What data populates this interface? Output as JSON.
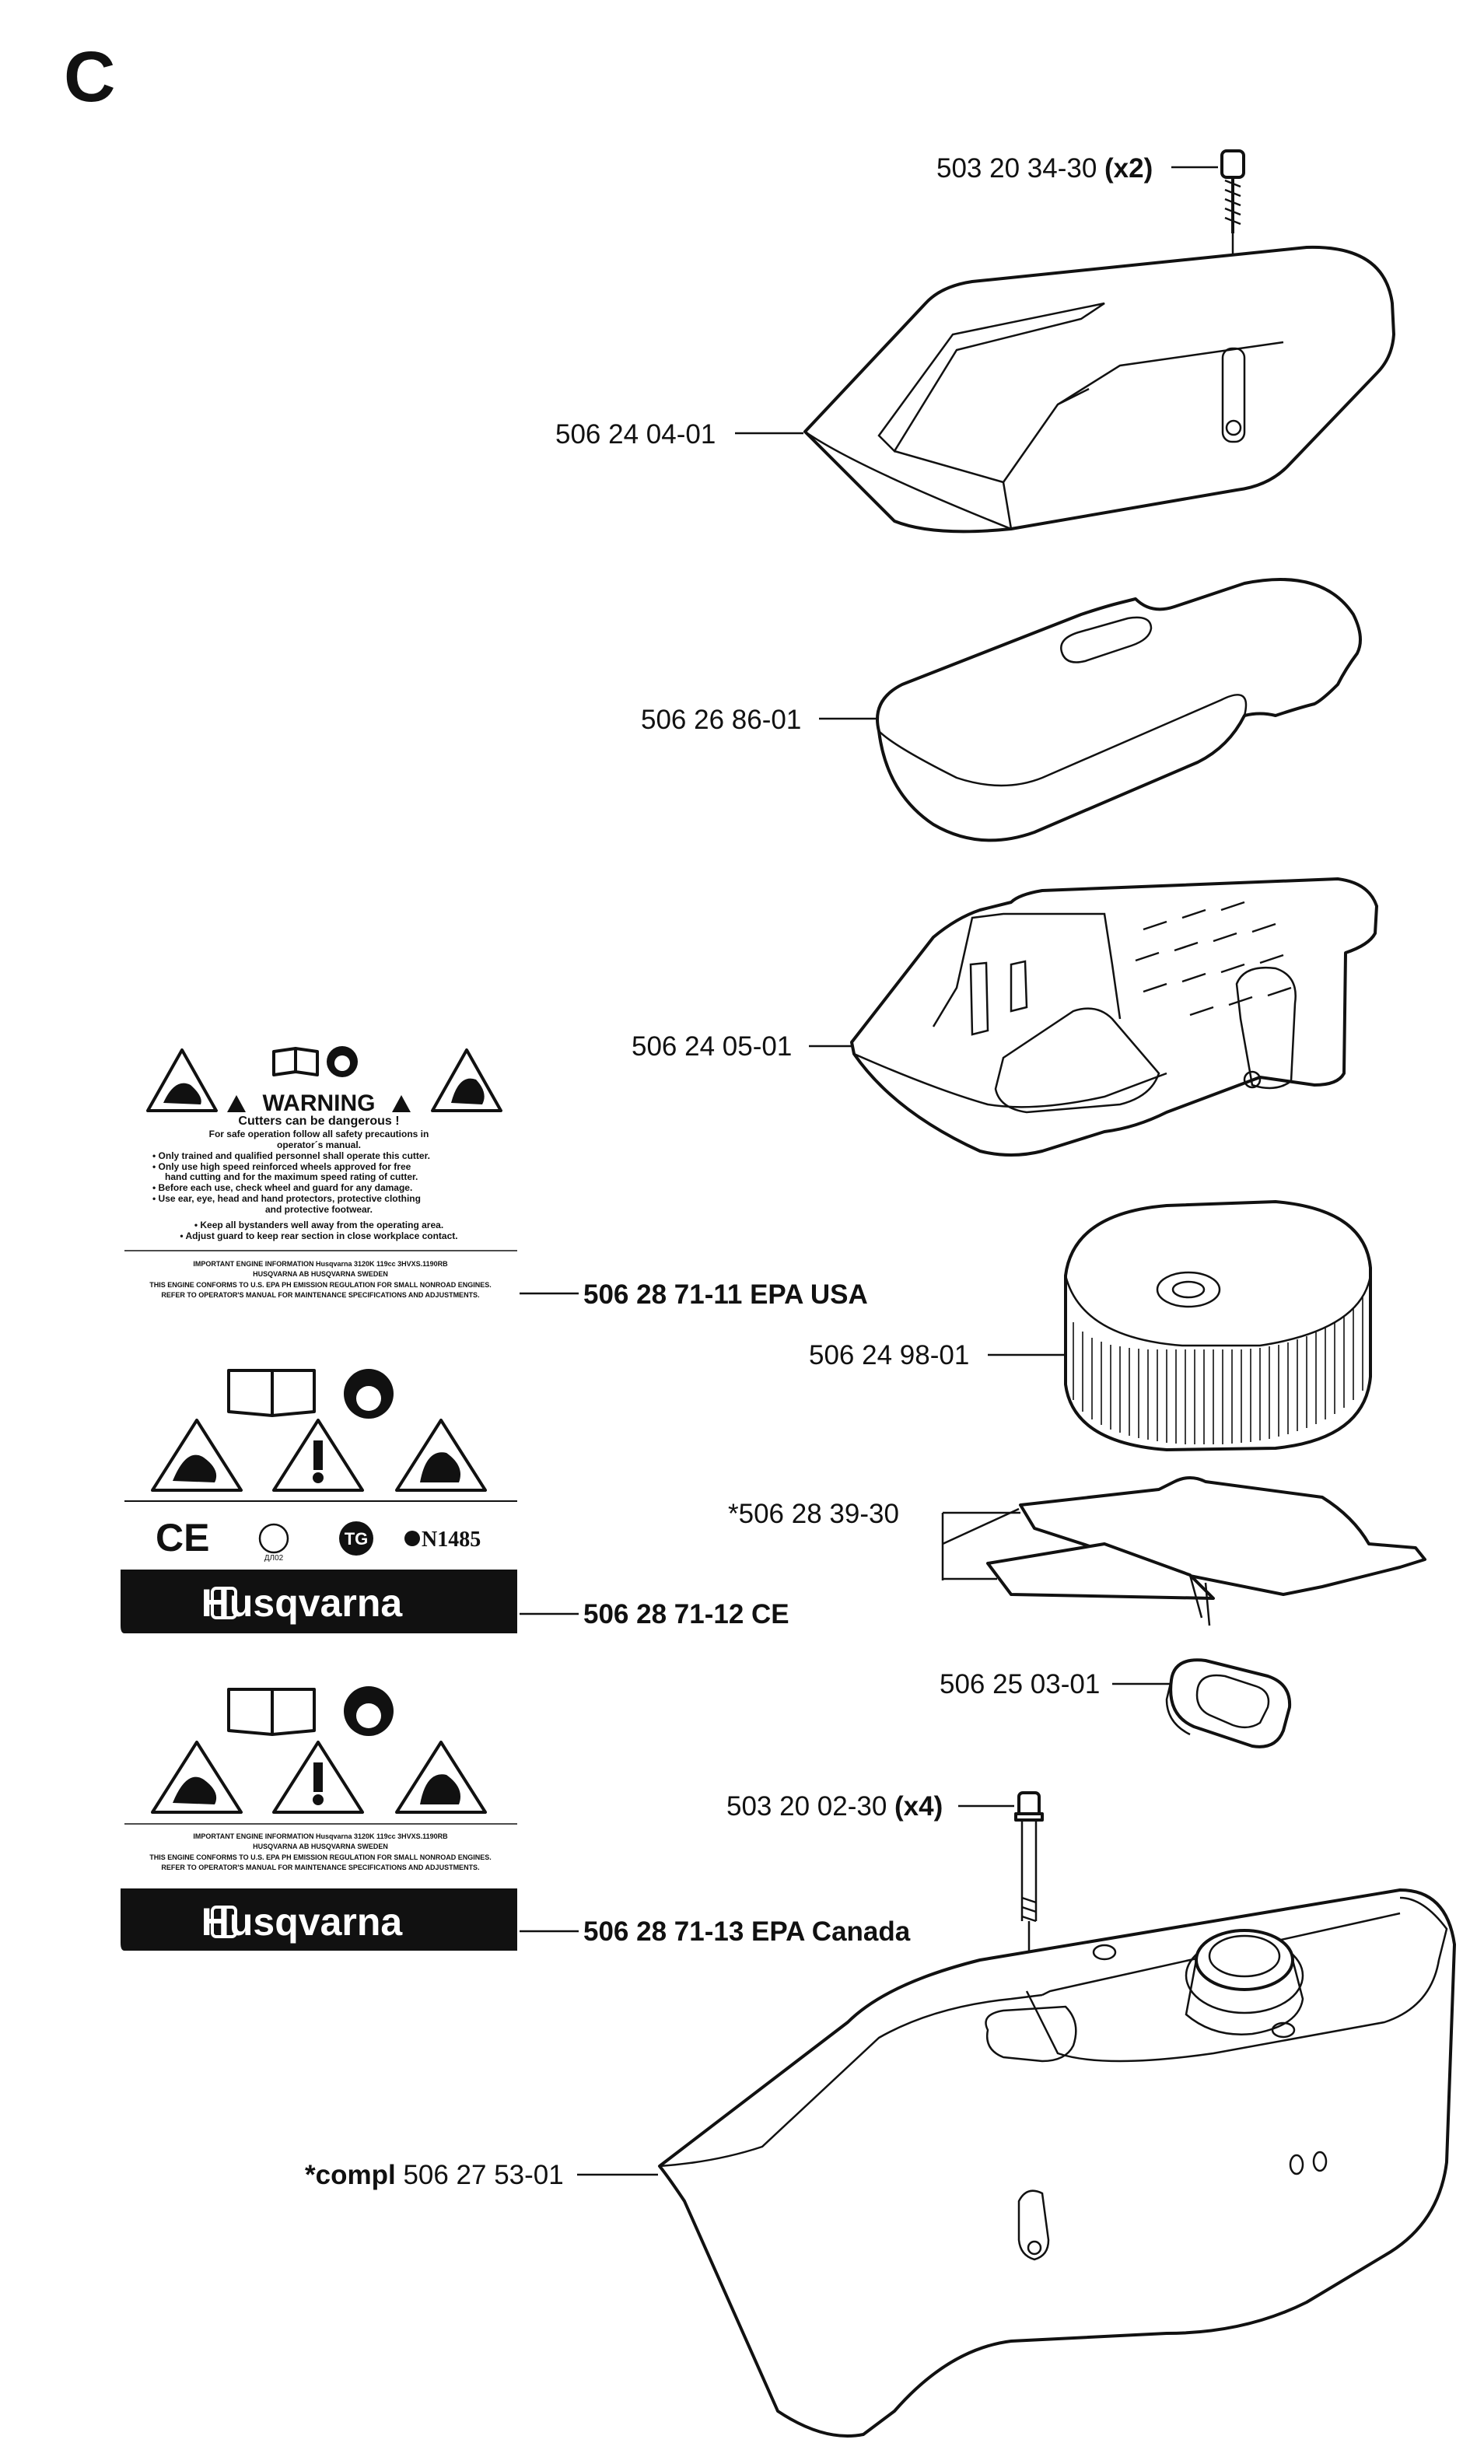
{
  "page_letter": "C",
  "parts": [
    {
      "id": "screw_top",
      "number": "503 20 34-30",
      "qty": "(x2)"
    },
    {
      "id": "cover",
      "number": "506 24 04-01",
      "qty": ""
    },
    {
      "id": "filter_pre",
      "number": "506 26 86-01",
      "qty": ""
    },
    {
      "id": "filter_holder",
      "number": "506 24 05-01",
      "qty": ""
    },
    {
      "id": "air_filter",
      "number": "506 24 98-01",
      "qty": ""
    },
    {
      "id": "gasket",
      "number": "*506 28 39-30",
      "qty": ""
    },
    {
      "id": "rubber_seal",
      "number": "506 25 03-01",
      "qty": ""
    },
    {
      "id": "screw_bottom",
      "number": "503 20 02-30",
      "qty": "(x4)"
    },
    {
      "id": "housing",
      "prefix": "*compl",
      "number": "506 27 53-01",
      "qty": ""
    }
  ],
  "decals": [
    {
      "id": "epa_usa",
      "number": "506 28 71-11 EPA USA"
    },
    {
      "id": "ce",
      "number": "506 28 71-12 CE"
    },
    {
      "id": "epa_canada",
      "number": "506 28 71-13 EPA Canada"
    }
  ],
  "decal_text": {
    "warning_title": "WARNING",
    "warning_sub": "Cutters can be dangerous !",
    "warning_lines": [
      "For safe operation follow all safety precautions in",
      "operator´s manual.",
      "• Only trained and qualified personnel shall operate this cutter.",
      "• Only use high speed reinforced wheels approved for free",
      "hand cutting and for the maximum speed rating of cutter.",
      "• Before each use, check wheel and guard for any damage.",
      "• Use ear, eye, head and hand protectors, protective clothing",
      "and protective footwear.",
      "• Keep all bystanders well away from the operating area.",
      "• Adjust guard to keep rear section in close workplace contact."
    ],
    "engine_lines": [
      "IMPORTANT ENGINE INFORMATION Husqvarna 3120K 119cc 3HVXS.1190RB",
      "HUSQVARNA AB HUSQVARNA SWEDEN",
      "THIS ENGINE CONFORMS TO U.S. EPA PH EMISSION REGULATION FOR SMALL NONROAD ENGINES.",
      "REFER TO OPERATOR'S MANUAL FOR MAINTENANCE SPECIFICATIONS AND ADJUSTMENTS."
    ],
    "cert_marks": [
      "CE",
      "ДЛ02",
      "N1485"
    ],
    "brand": "Husqvarna"
  }
}
